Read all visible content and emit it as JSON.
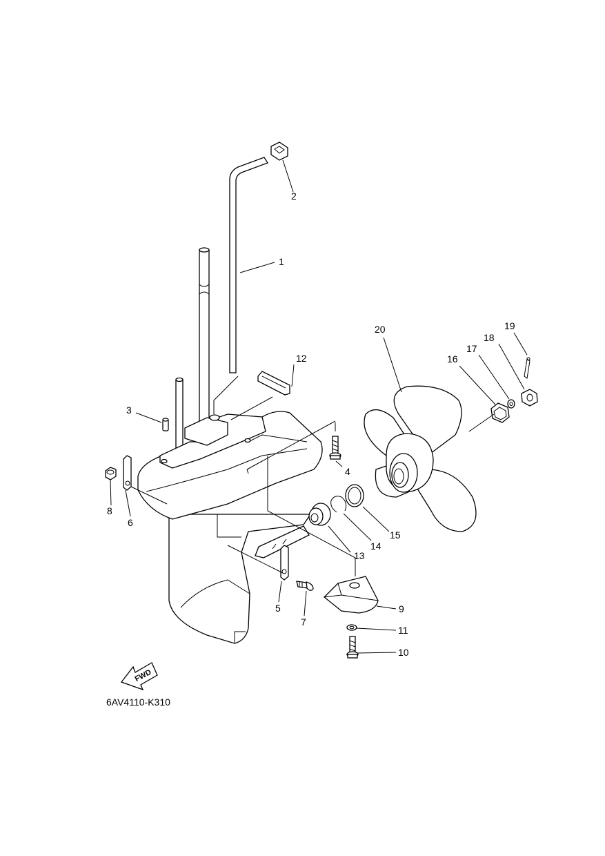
{
  "diagram_code": "6AV4110-K310",
  "fwd_label": "FWD",
  "callouts": {
    "c1": "1",
    "c2": "2",
    "c3": "3",
    "c4": "4",
    "c5": "5",
    "c6": "6",
    "c7": "7",
    "c8": "8",
    "c9": "9",
    "c10": "10",
    "c11": "11",
    "c12": "12",
    "c13": "13",
    "c14": "14",
    "c15": "15",
    "c16": "16",
    "c17": "17",
    "c18": "18",
    "c19": "19",
    "c20": "20"
  }
}
